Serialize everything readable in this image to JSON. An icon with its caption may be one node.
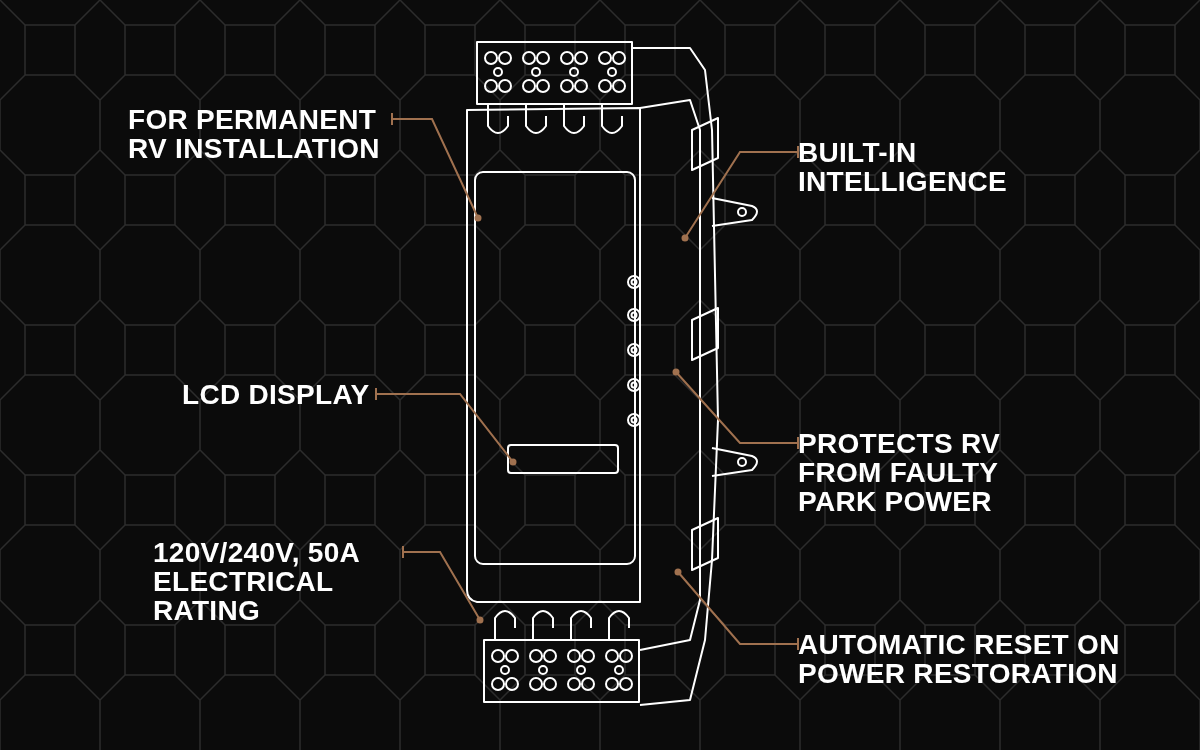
{
  "diagram": {
    "nodes": [
      {
        "text": [
          "FOR PERMANENT RV INSTALLATION"
        ]
      },
      {
        "text": [
          "BUILT-IN INTELLIGENCE"
        ]
      },
      {
        "text": [
          "LCD DISPLAY"
        ]
      },
      {
        "text": [
          "PROTECTS RV FROM FAULTY PARK POWER"
        ]
      },
      {
        "text": [
          "120V/240V, 50A ELECTRICAL RATING"
        ]
      },
      {
        "text": [
          "AUTOMATIC RESET ON POWER RESTORATION"
        ]
      }
    ],
    "edges": [
      {
        "from": 0,
        "to": null,
        "arrow": "other"
      },
      {
        "from": 1,
        "to": null,
        "arrow": "other"
      },
      {
        "from": 2,
        "to": null,
        "arrow": "other"
      },
      {
        "from": 3,
        "to": null,
        "arrow": "other"
      },
      {
        "from": 4,
        "to": null,
        "arrow": "other"
      },
      {
        "from": 5,
        "to": null,
        "arrow": "other"
      }
    ]
  }
}
